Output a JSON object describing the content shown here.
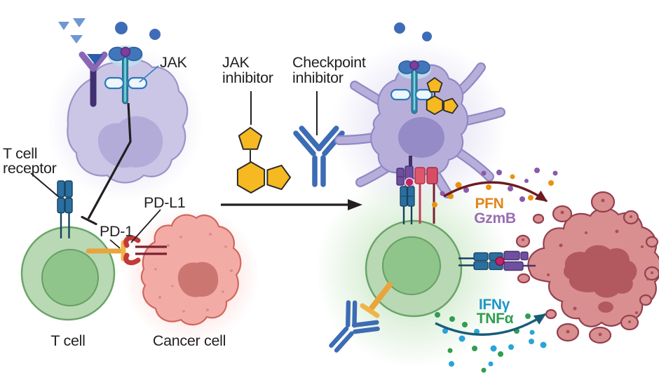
{
  "figure": {
    "description": "Mechanism diagram: JAK inhibitor plus checkpoint inhibitor reactivate a T cell to kill a cancer cell"
  },
  "left_panel": {
    "jak_label": "JAK",
    "t_cell_receptor_line1": "T cell",
    "t_cell_receptor_line2": "receptor",
    "pd1_label": "PD-1",
    "pdl1_label": "PD-L1",
    "t_cell_label": "T cell",
    "cancer_cell_label": "Cancer cell"
  },
  "middle_panel": {
    "jak_inhibitor_line1": "JAK",
    "jak_inhibitor_line2": "inhibitor",
    "checkpoint_inhibitor_line1": "Checkpoint",
    "checkpoint_inhibitor_line2": "inhibitor"
  },
  "right_panel": {
    "pfn_label": "PFN",
    "gzmb_label": "GzmB",
    "ifng_label": "IFNγ",
    "tnfa_label": "TNFα"
  },
  "colors": {
    "label_text": "#231F20",
    "pfn_text": "#DF861B",
    "gzmb_text": "#9A6CB4",
    "ifng_text": "#1E97C8",
    "tnfa_text": "#2F9E50",
    "t_cell_fill": "#B9D8B4",
    "t_cell_nucleus": "#8FC48B",
    "cancer_cell_fill": "#F3ABA6",
    "apoptotic_cancer_cell_fill": "#D98F90",
    "antigen_presenting_cell_fill": "#CBC6E6",
    "dendritic_cell_fill": "#B7AFDA",
    "jak_inhibitor_fill": "#F6B921",
    "checkpoint_antibody_blue": "#3C6CB4",
    "pd1_orange": "#E9A43C",
    "pdl1_red": "#C13A38",
    "tcr_blue": "#2A6FA0",
    "mhc_purple": "#6F4F9F",
    "perforin_dot": "#E8930F",
    "granzyme_dot": "#8A5AA8",
    "ifn_dot": "#2AA4D8",
    "tnf_dot": "#2F9E50",
    "kill_arrow": "#6E1A22",
    "cytokine_arrow": "#175D77"
  }
}
